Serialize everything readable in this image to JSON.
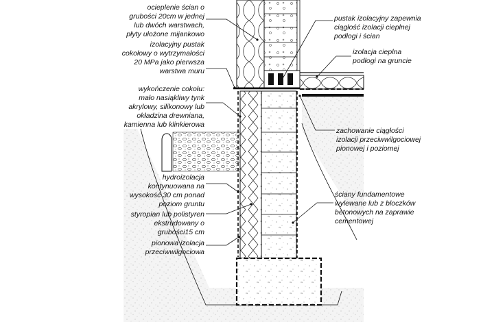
{
  "colors": {
    "line": "#111111",
    "ground": "#f2f2f2",
    "brick": "#ffffff"
  },
  "labels": {
    "left_insulation": [
      "ocieplenie ścian o",
      "grubości 20cm w jednej",
      "lub dwóch warstwach,",
      "płyty ułożone mijankowo"
    ],
    "left_block": [
      "izolacyjny pustak",
      "cokołowy o wytrzymałości",
      "20 MPa jako pierwsza",
      "warstwa muru"
    ],
    "left_finish": [
      "wykończenie cokołu:",
      "mało nasiąkliwy tynk",
      "akrylowy, silikonowy lub",
      "okładzina drewniana,",
      "kamienna lub klinkierowa"
    ],
    "left_hydro": [
      "hydroizolacja",
      "kontynuowana na",
      "wysokość 30 cm ponad",
      "poziom gruntu"
    ],
    "left_xps": [
      "styropian lub polistyren",
      "ekstrudowany o",
      "grubości15 cm"
    ],
    "left_vertical": [
      "pionowa izolacja",
      "przeciwwilgociowa"
    ],
    "right_block": [
      "pustak izolacyjny zapewnia",
      "ciągłość izolacji cieplnej",
      "podłogi i ścian"
    ],
    "right_floor": [
      "izolacja cieplna",
      "podłogi na gruncie"
    ],
    "right_continuity": [
      "zachowanie ciągłości",
      "izolacji przeciwwilgociowej",
      "pionowej i poziomej"
    ],
    "right_foundation": [
      "ściany fundamentowe",
      "wylewane lub z bloczków",
      "betonowych na zaprawie",
      "cementowej"
    ]
  }
}
